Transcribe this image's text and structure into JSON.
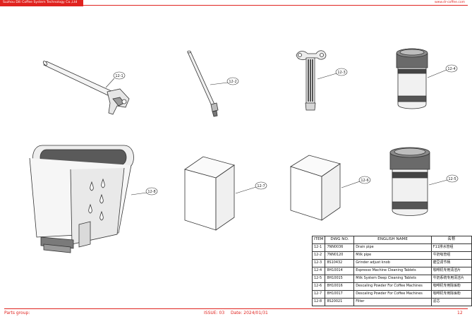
{
  "header": {
    "company": "Suzhou Dili Coffee System Technology Co.,Ltd",
    "website": "www.dr-coffee.com"
  },
  "callouts": [
    "12-1",
    "12-2",
    "12-3",
    "12-4",
    "12-8",
    "12-7",
    "12-6",
    "12-5"
  ],
  "table": {
    "headers": [
      "ITEM",
      "DWG NO.",
      "ENGLISH NAME",
      "名称"
    ],
    "rows": [
      [
        "12-1",
        "7NN0036",
        "Drain pipe",
        "F11排水管组"
      ],
      [
        "12-2",
        "7NN0120",
        "Milk pipe",
        "牛奶吸管组"
      ],
      [
        "12-3",
        "8S10432",
        "Grinder adjust knob",
        "磨豆调节柄"
      ],
      [
        "12-4",
        "8H10014",
        "Espresso Machine Cleaning Tablets",
        "咖啡机专用清洁片"
      ],
      [
        "12-5",
        "8H10015",
        "Milk System Deep Cleaning Tablets",
        "牛奶系统专用清洁片"
      ],
      [
        "12-6",
        "8H10016",
        "Descaling Powder For Coffee Machines",
        "咖啡机专用除垢粉"
      ],
      [
        "12-7",
        "8H10017",
        "Descaling Powder For Coffee Machines",
        "咖啡机专用除垢粉"
      ],
      [
        "12-8",
        "8S20021",
        "Filter",
        "滤芯"
      ]
    ]
  },
  "footer": {
    "parts_group": "Parts group:",
    "issue": "ISSUE:  03",
    "date": "Date:  2024/01/31",
    "page": "12"
  }
}
